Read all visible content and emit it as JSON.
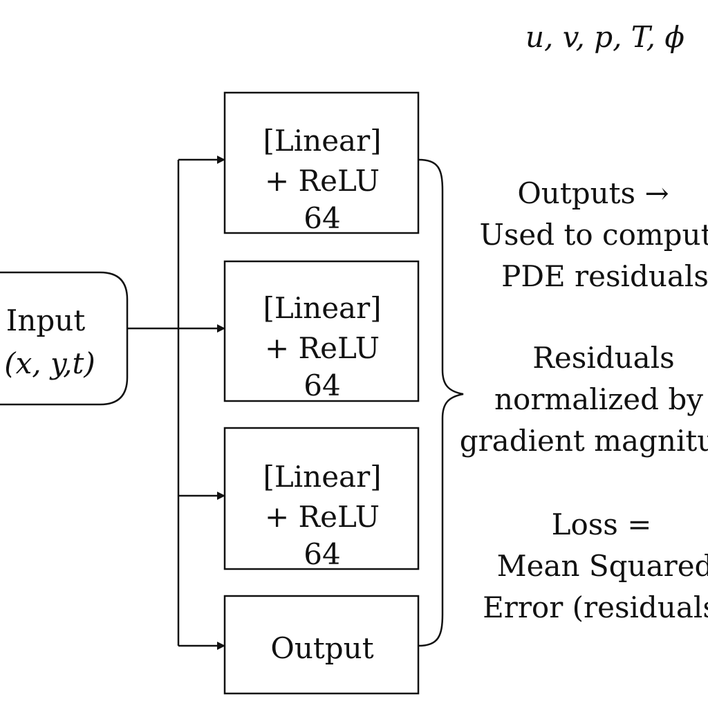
{
  "top_formula": "u, v, p, T, ϕ",
  "input_node": {
    "line1": "Input",
    "line2": "(x, y,t)"
  },
  "layers": [
    {
      "line1": "[Linear]",
      "line2": "+ ReLU",
      "line3": "64"
    },
    {
      "line1": "[Linear]",
      "line2": "+ ReLU",
      "line3": "64"
    },
    {
      "line1": "[Linear]",
      "line2": "+ ReLU",
      "line3": "64"
    }
  ],
  "output_node": {
    "label": "Output"
  },
  "notes": {
    "outputs_line1": "Outputs →",
    "outputs_line2": "Used to comput",
    "outputs_line3": "PDE residuals",
    "residuals_line1": "Residuals",
    "residuals_line2": "normalized by",
    "residuals_line3": "gradient magnitu",
    "loss_line1": "Loss =",
    "loss_line2": "Mean Squared",
    "loss_line3": "Error (residuals"
  }
}
